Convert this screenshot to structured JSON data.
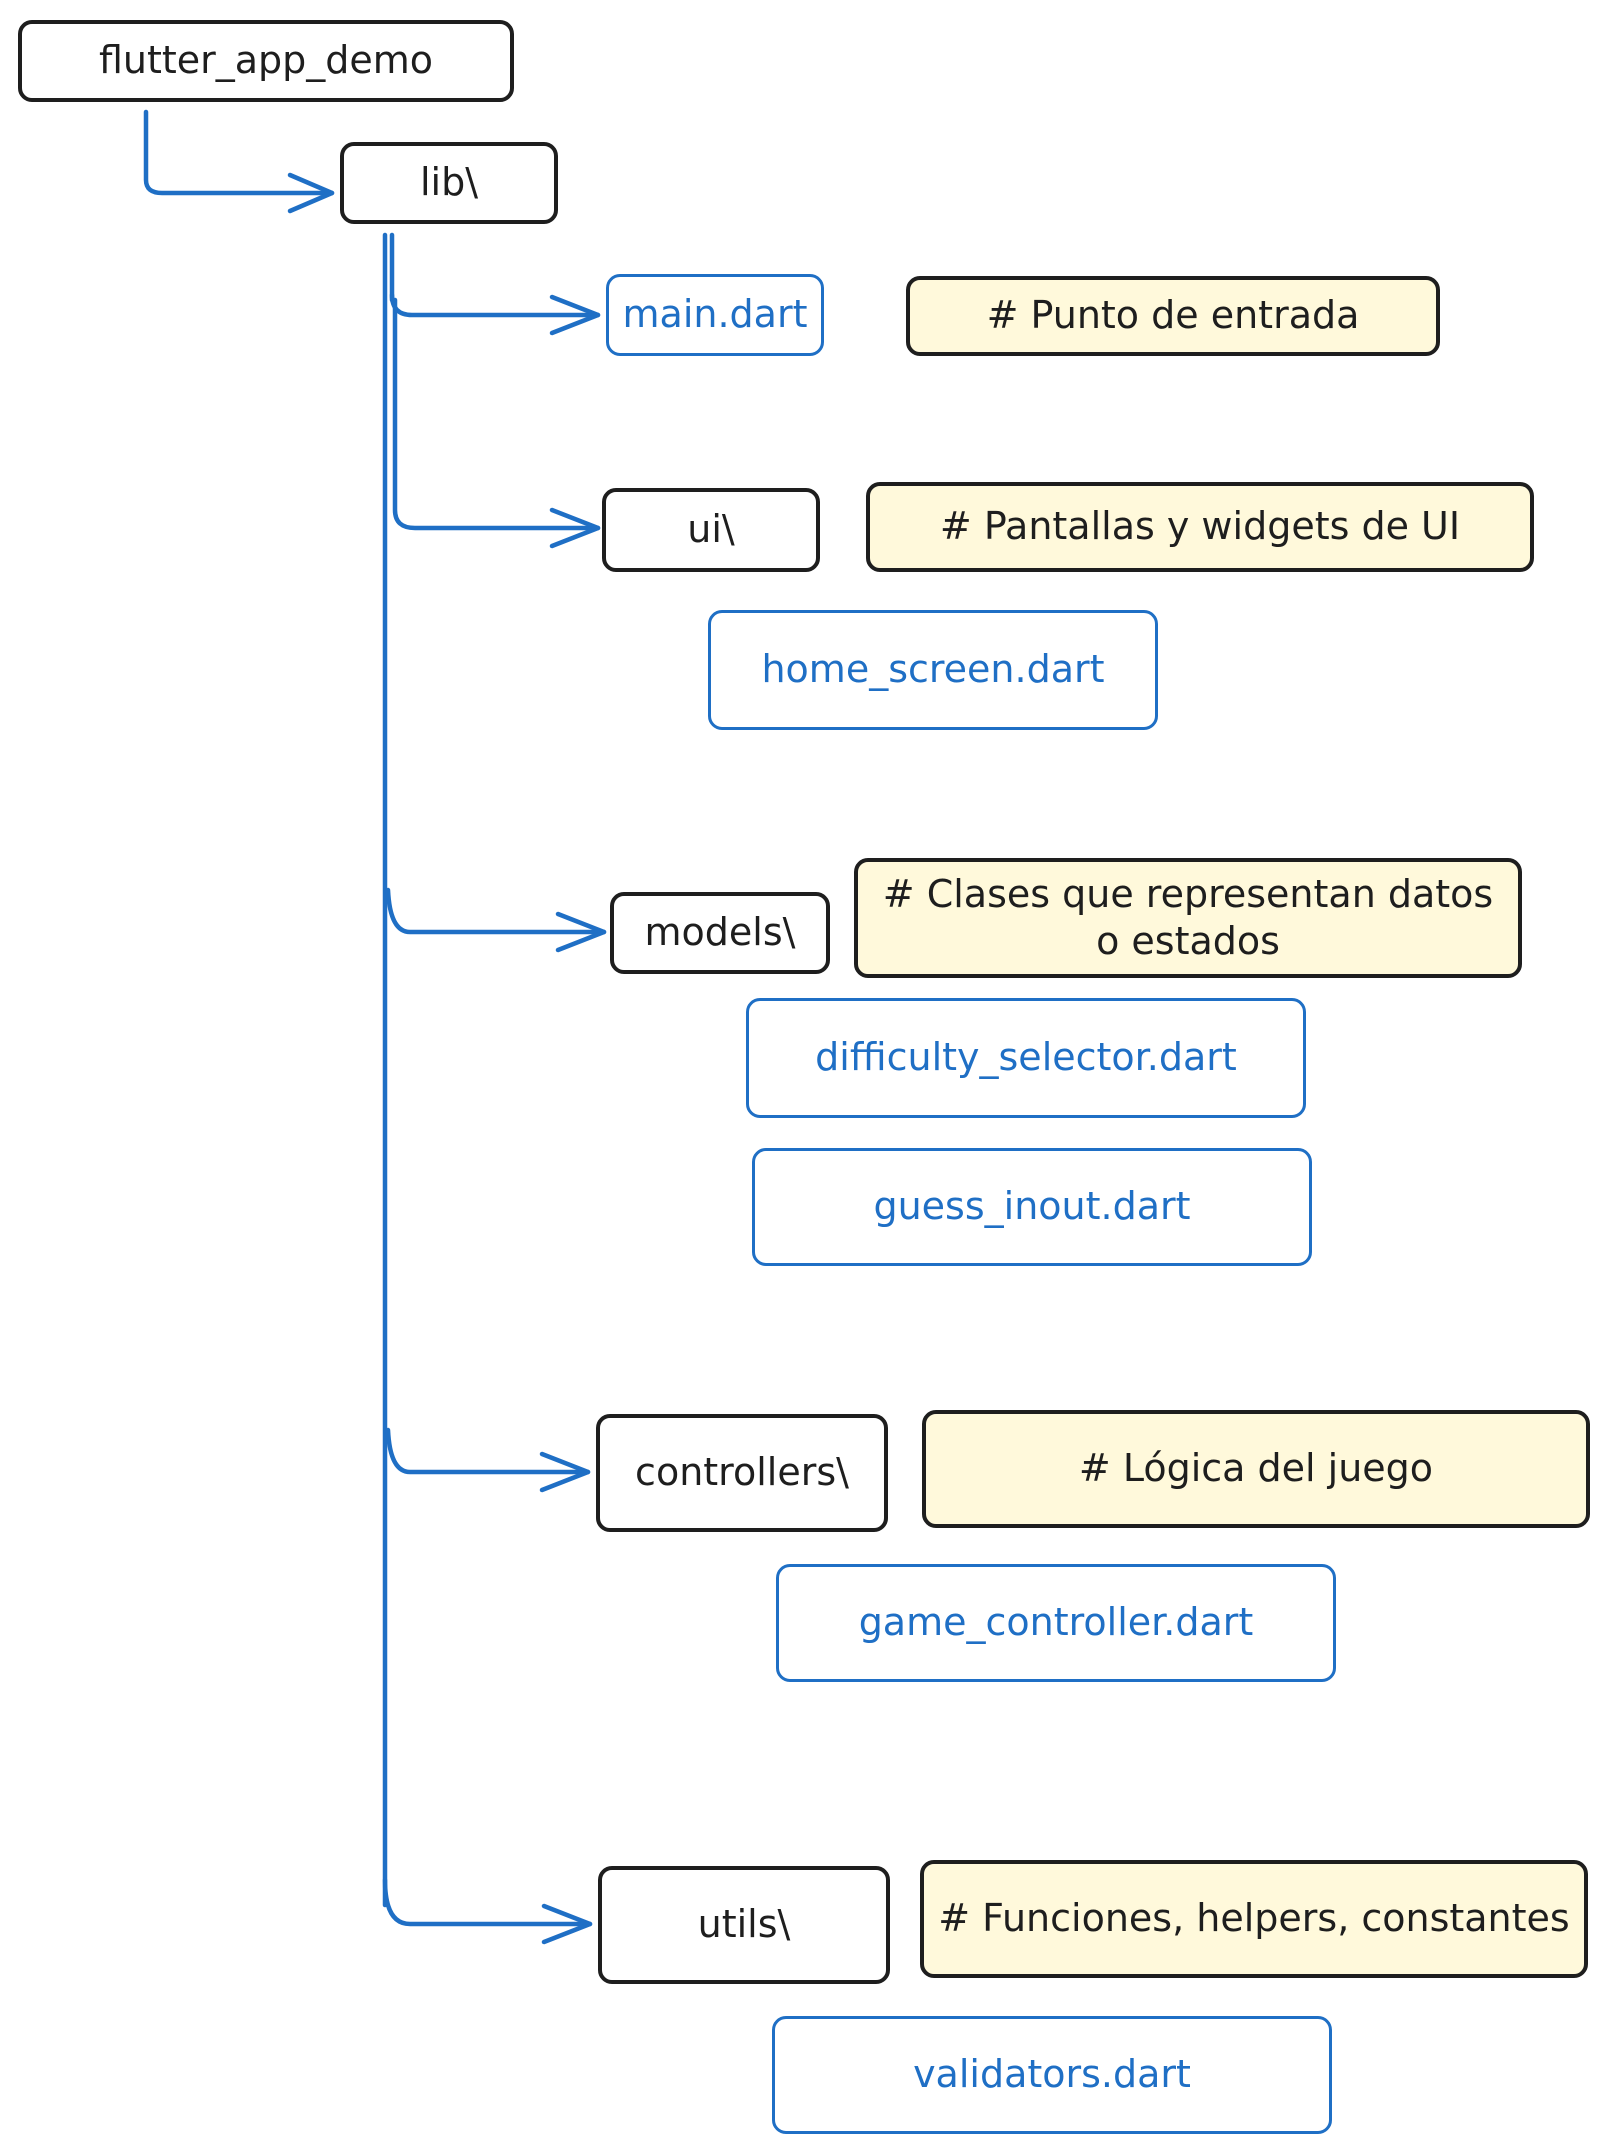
{
  "colors": {
    "connector": "#1f6fc5",
    "folder_border": "#1e1e1e",
    "file_text": "#1f6fc5",
    "note_fill": "#fff9db"
  },
  "root": {
    "label": "flutter_app_demo"
  },
  "lib": {
    "label": "lib\\"
  },
  "main_file": {
    "label": "main.dart",
    "note": "# Punto de entrada"
  },
  "ui": {
    "label": "ui\\",
    "note": "# Pantallas y widgets de UI",
    "files": [
      "home_screen.dart"
    ]
  },
  "models": {
    "label": "models\\",
    "note": "# Clases que representan datos o estados",
    "files": [
      "difficulty_selector.dart",
      "guess_inout.dart"
    ]
  },
  "controllers": {
    "label": "controllers\\",
    "note": "# Lógica del juego",
    "files": [
      "game_controller.dart"
    ]
  },
  "utils": {
    "label": "utils\\",
    "note": "# Funciones, helpers, constantes",
    "files": [
      "validators.dart"
    ]
  }
}
